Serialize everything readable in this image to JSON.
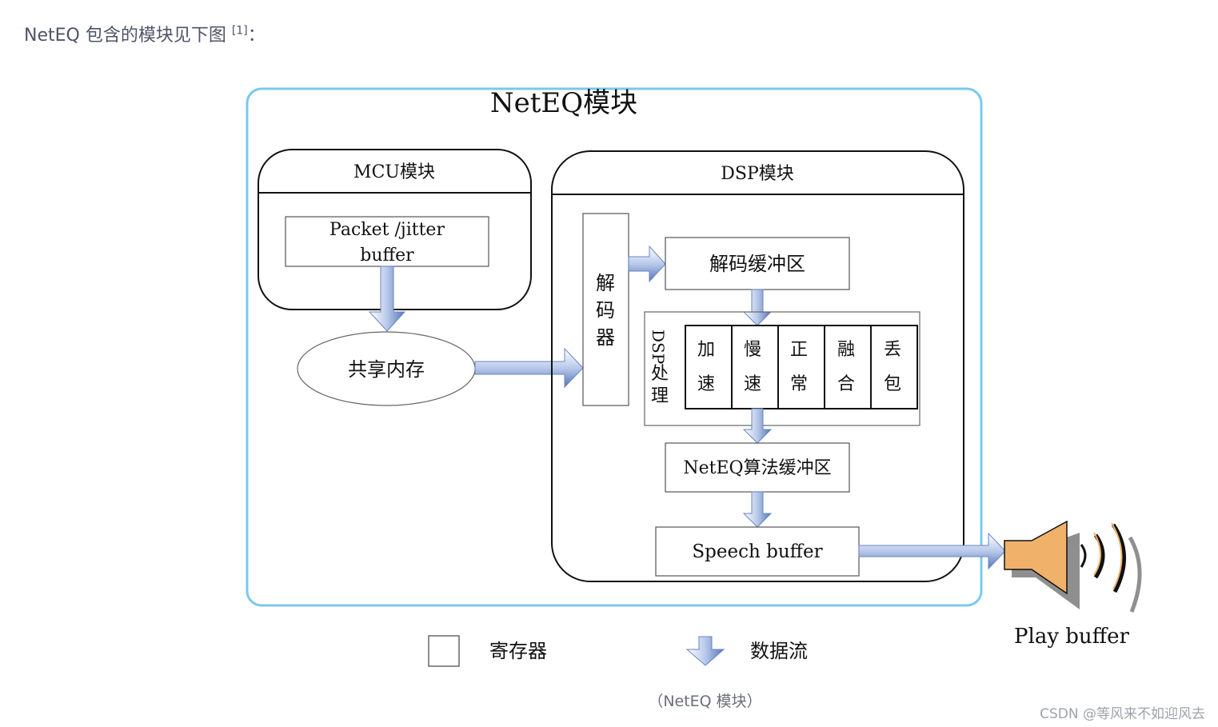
{
  "intro": {
    "text": "NetEQ 包含的模块见下图",
    "ref": "[1]",
    "suffix": "："
  },
  "diagram": {
    "title": "NetEQ模块",
    "mcu": {
      "title": "MCU模块",
      "buffer_line1": "Packet /jitter",
      "buffer_line2": "buffer"
    },
    "shared_memory": "共享内存",
    "dsp": {
      "title": "DSP模块",
      "decoder": [
        "解",
        "码",
        "器"
      ],
      "decode_buffer": "解码缓冲区",
      "dsp_processing": [
        "DSP",
        "处",
        "理"
      ],
      "ops": [
        {
          "top": "加",
          "bottom": "速"
        },
        {
          "top": "慢",
          "bottom": "速"
        },
        {
          "top": "正",
          "bottom": "常"
        },
        {
          "top": "融",
          "bottom": "合"
        },
        {
          "top": "丢",
          "bottom": "包"
        }
      ],
      "algo_buffer": "NetEQ算法缓冲区",
      "speech_buffer": "Speech buffer"
    },
    "play_buffer": "Play buffer",
    "legend": {
      "register": "寄存器",
      "data_flow": "数据流"
    },
    "colors": {
      "outer_border": "#7cc8ec",
      "arrow_fill": "#c9d6ee",
      "arrow_edge": "#4a6fb3",
      "speaker": "#f0b26a"
    }
  },
  "caption": "（NetEQ 模块）",
  "watermark": "CSDN @等风来不如迎风去"
}
